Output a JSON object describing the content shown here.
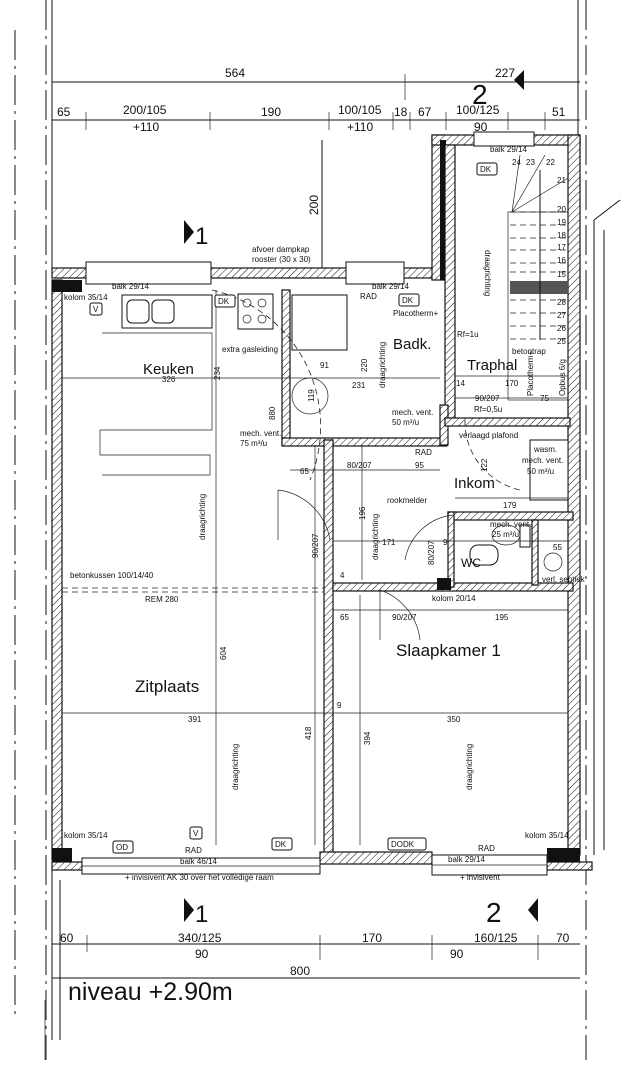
{
  "title": "niveau +2.90m",
  "rooms": {
    "keuken": "Keuken",
    "badk": "Badk.",
    "traphal": "Traphal",
    "inkom": "Inkom",
    "wc": "WC",
    "zitplaats": "Zitplaats",
    "slaapkamer": "Slaapkamer 1"
  },
  "sections": {
    "one": "1",
    "two": "2"
  },
  "dimensions_top": {
    "d564": "564",
    "d227": "227",
    "d65": "65",
    "d200": "200/105",
    "d110a": "+110",
    "d190": "190",
    "d100": "100/105",
    "d110b": "+110",
    "d18": "18",
    "d67": "67",
    "d100_125": "100/125",
    "d90": "90",
    "d51": "51",
    "d200v": "200"
  },
  "dimensions_bottom": {
    "d60": "60",
    "d340": "340/125",
    "d90a": "90",
    "d170": "170",
    "d160": "160/125",
    "d90b": "90",
    "d70": "70",
    "d800": "800"
  },
  "dimensions_interior": {
    "d326": "326",
    "d234": "234",
    "d91": "91",
    "d220": "220",
    "d231": "231",
    "d119": "119",
    "d14": "14",
    "d170": "170",
    "d90_207a": "90/207",
    "d75": "75",
    "d65a": "65",
    "d80_207a": "80/207",
    "d95": "95",
    "d122": "122",
    "d179": "179",
    "d196": "196",
    "d171": "171",
    "d90_207b": "90/207",
    "d80_207b": "80/207",
    "d9": "9",
    "d55": "55",
    "d65b": "65",
    "d90_207c": "90/207",
    "d195": "195",
    "d604": "604",
    "d391": "391",
    "d418": "418",
    "d9b": "9",
    "d394": "394",
    "d350": "350",
    "d4": "4"
  },
  "stair_numbers": [
    "24",
    "23",
    "22",
    "21",
    "20",
    "19",
    "18",
    "17",
    "16",
    "15",
    "28",
    "27",
    "26",
    "25"
  ],
  "annotations": {
    "afvoer": "afvoer dampkap",
    "rooster": "rooster (30 x 30)",
    "balk_kitchen": "balk 29/14",
    "balk_bath": "balk 29/14",
    "balk_stair": "balk 29/14",
    "kolom_tl": "kolom 35/14",
    "v_top": "V",
    "dk_kitchen": "DK",
    "dk_bath": "DK",
    "dk_stair": "DK",
    "placotherm1": "Placotherm+",
    "rad1": "RAD",
    "gas": "extra gasleiding",
    "mech75": "mech. vent.",
    "mech75b": "75 m³/u",
    "mech50": "mech. vent.",
    "mech50b": "50 m³/u",
    "rad2": "RAD",
    "rf1": "Rf=1u",
    "betontrap": "betontrap",
    "rf05": "Rf=0,5u",
    "placotherm2": "Placotherm+",
    "opbus": "Opbus 6/g",
    "verlaagd": "verlaagd plafond",
    "wasm": "wasm.",
    "mech_vent_w": "mech. vent.",
    "mech_vent_w2": "50 m³/u",
    "rookmelder": "rookmelder",
    "mech25": "mech. vent.",
    "mech25b": "25 m³/u",
    "verl_septiek": "verl. septiek",
    "kolom20": "kolom 20/14",
    "betonkussen": "betonkussen 100/14/40",
    "rem": "REM 280",
    "draag1": "draagrichting",
    "draag2": "draagrichting",
    "draag3": "draagrichting",
    "draag4": "draagrichting",
    "draag5": "draagrichting",
    "draag6": "draagrichting",
    "kolom_bl": "kolom 35/14",
    "od": "OD",
    "v_bottom": "V",
    "dk_bottom": "DK",
    "dodk": "DODK",
    "kolom_br": "kolom 35/14",
    "rad3": "RAD",
    "rad4": "RAD",
    "balk46": "balk 46/14",
    "balk29b": "balk 29/14",
    "invisvent1": "+ invisivent AK 30 over het volledige raam",
    "invisvent2": "+ invisivent",
    "d880": "880"
  }
}
